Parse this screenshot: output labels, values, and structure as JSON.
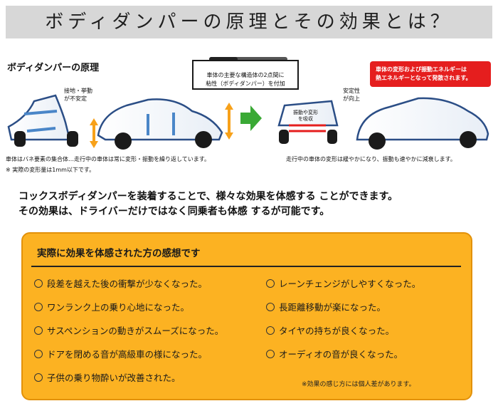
{
  "title": "ボディダンパーの原理とその効果とは？",
  "diagram": {
    "heading": "ボディダンパーの原理",
    "center_box": [
      "車体の主要な構造体の2点間に",
      "粘性（ボディダンパー）を付加"
    ],
    "red_note": [
      "車体の変形および振動エネルギーは",
      "熱エネルギーとなって発散されます。"
    ],
    "left_label": [
      "接地・挙動",
      "が不安定"
    ],
    "right_label": [
      "安定性",
      "が向上"
    ],
    "absorb_label": [
      "振動や変形",
      "を吸収"
    ],
    "left_caption": "車体はバネ要素の集合体…走行中の車体は常に変形・振動を繰り返しています。",
    "left_note": "※ 実際の変形量は1mm以下です。",
    "right_caption": "走行中の車体の変形は緩やかになり、振動も速やかに減衰します。",
    "colors": {
      "arrow_orange": "#f7a11a",
      "arrow_blue": "#4a86c8",
      "car_outline": "#2b4e86",
      "red_accent": "#e51e1e",
      "green_arrow": "#3aa935"
    }
  },
  "intro": [
    "コックスボディダンパーを装着することで、様々な効果を体感する ことができます。",
    "その効果は、ドライバーだけではなく同乗者も体感 するが可能です。"
  ],
  "panel": {
    "header": "実際に効果を体感された方の感想です",
    "left_items": [
      "段差を越えた後の衝撃が少なくなった。",
      "ワンランク上の乗り心地になった。",
      "サスペンションの動きがスムーズになった。",
      "ドアを閉める音が高級車の様になった。",
      "子供の乗り物酔いが改善された。"
    ],
    "right_items": [
      "レーンチェンジがしやすくなった。",
      "長距離移動が楽になった。",
      "タイヤの持ちが良くなった。",
      "オーディオの音が良くなった。"
    ],
    "footnote": "※効果の感じ方には個人差があります。",
    "colors": {
      "background": "#fcb222",
      "border": "#e2910a"
    }
  }
}
